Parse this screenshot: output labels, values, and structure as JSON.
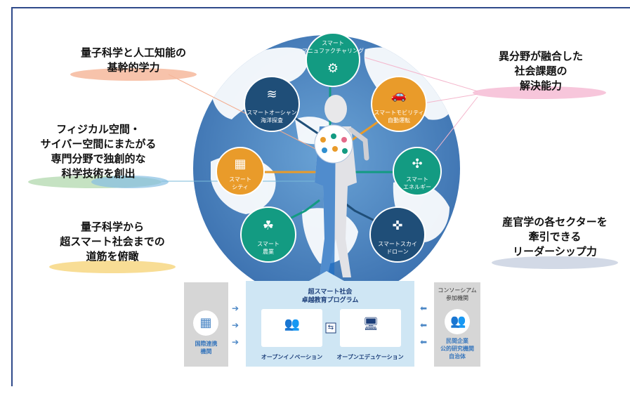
{
  "captions": {
    "top_left": [
      "量子科学と人工知能の",
      "基幹的学力"
    ],
    "mid_left": [
      "フィジカル空間・",
      "サイバー空間にまたがる",
      "専門分野で独創的な",
      "科学技術を創出"
    ],
    "bottom_left": [
      "量子科学から",
      "超スマート社会までの",
      "道筋を俯瞰"
    ],
    "top_right": [
      "異分野が融合した",
      "社会課題の",
      "解決能力"
    ],
    "bottom_right": [
      "産官学の各セクターを",
      "牽引できる",
      "リーダーシップ力"
    ]
  },
  "circles": {
    "manufacturing": [
      "スマート",
      "マニュファクチャリング"
    ],
    "ocean": [
      "スマートオーシャン",
      "海洋探査"
    ],
    "mobility": [
      "スマートモビリティ",
      "自動運転"
    ],
    "city": [
      "スマート",
      "シティ"
    ],
    "energy": [
      "スマート",
      "エネルギー"
    ],
    "agriculture": [
      "スマート",
      "農業"
    ],
    "drone": [
      "スマートスカイ",
      "ドローン"
    ]
  },
  "program": {
    "title": [
      "超スマート社会",
      "卓越教育プログラム"
    ],
    "open_innovation": "オープンイノベーション",
    "open_education": "オープンエデュケーション"
  },
  "left_box": [
    "国際連携",
    "機関"
  ],
  "right_box": {
    "header": [
      "コンソーシアム",
      "参加機関"
    ],
    "members": [
      "民間企業",
      "公的研究機関",
      "自治体"
    ]
  },
  "colors": {
    "frame": "#2f4a8a",
    "globe": "#3f78b8",
    "teal": "#139b82",
    "orange": "#e99b2a",
    "navy": "#1f4e78",
    "panel": "#cfe6f4",
    "gray_box": "#d6d6d6"
  },
  "icons": {
    "manufacturing": "robot-arm-icon",
    "ocean": "wave-gear-icon",
    "mobility": "car-icon",
    "city": "building-icon",
    "energy": "wind-turbine-icon",
    "agriculture": "field-icon",
    "drone": "drone-icon",
    "left_box": "building-icon",
    "right_box": "people-icon"
  }
}
